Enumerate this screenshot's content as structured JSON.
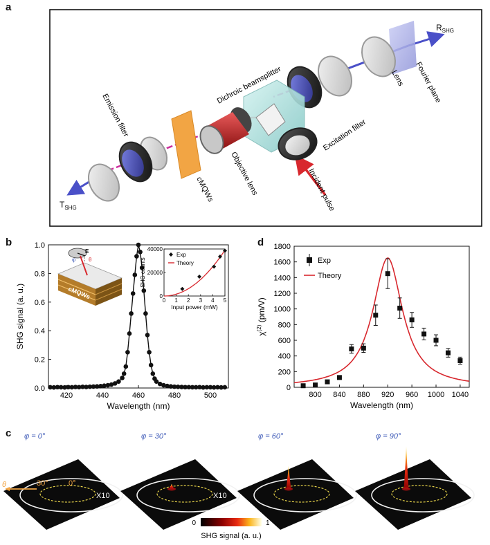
{
  "panel_letters": {
    "a": "a",
    "b": "b",
    "c": "c",
    "d": "d"
  },
  "panel_a": {
    "labels": {
      "r_shg": "R",
      "r_sub": "SHG",
      "t_shg": "T",
      "t_sub": "SHG",
      "fourier_plane": "Fourier plane",
      "lens": "Lens",
      "dichroic": "Dichroic beamsplitter",
      "excitation_filter": "Excitation filter",
      "emission_filter": "Emission filter",
      "objective_lens": "Objective lens",
      "cmqws": "cMQWs",
      "incident_pulse": "Incident pulse"
    }
  },
  "panel_b": {
    "chart_data": {
      "type": "scatter",
      "xlabel": "Wavelength (nm)",
      "ylabel": "SHG signal (a. u.)",
      "xlim": [
        410,
        510
      ],
      "ylim": [
        0,
        1.0
      ],
      "xticks": [
        420,
        440,
        460,
        480,
        500
      ],
      "yticks": [
        0.0,
        0.2,
        0.4,
        0.6,
        0.8,
        1.0
      ],
      "x": [
        411,
        413,
        415,
        417,
        419,
        421,
        423,
        425,
        427,
        429,
        431,
        433,
        435,
        437,
        439,
        441,
        443,
        445,
        447,
        449,
        451,
        452,
        453,
        454,
        455,
        456,
        457,
        458,
        459,
        460,
        461,
        462,
        463,
        464,
        465,
        466,
        467,
        468,
        469,
        470,
        472,
        474,
        476,
        478,
        480,
        482,
        484,
        486,
        488,
        490,
        492,
        494,
        496,
        498,
        500,
        502,
        504,
        506,
        508
      ],
      "y": [
        0.005,
        0.004,
        0.006,
        0.005,
        0.004,
        0.006,
        0.005,
        0.007,
        0.006,
        0.008,
        0.007,
        0.009,
        0.01,
        0.011,
        0.013,
        0.016,
        0.019,
        0.024,
        0.032,
        0.045,
        0.07,
        0.1,
        0.15,
        0.25,
        0.38,
        0.52,
        0.66,
        0.79,
        0.92,
        1.0,
        0.95,
        0.84,
        0.68,
        0.52,
        0.37,
        0.25,
        0.16,
        0.1,
        0.065,
        0.045,
        0.028,
        0.019,
        0.014,
        0.011,
        0.009,
        0.008,
        0.007,
        0.006,
        0.006,
        0.005,
        0.005,
        0.006,
        0.004,
        0.005,
        0.005,
        0.004,
        0.005,
        0.004,
        0.005
      ],
      "inset": {
        "type": "scatter",
        "xlabel": "Input power (mW)",
        "ylabel": "SHG counts",
        "xlim": [
          0,
          5
        ],
        "ylim": [
          0,
          40000
        ],
        "xticks": [
          0,
          1,
          2,
          3,
          4,
          5
        ],
        "yticks": [
          0,
          20000,
          40000
        ],
        "x": [
          1.5,
          2.9,
          4.1,
          4.6,
          5.0
        ],
        "y": [
          6000,
          16500,
          25000,
          33500,
          38500
        ],
        "series": [
          {
            "name": "Exp"
          },
          {
            "name": "Theory"
          }
        ],
        "theory_coefficient": 1560
      },
      "diagram_labels": {
        "e": "E",
        "phi": "φ",
        "theta": "θ",
        "cmqws": "cMQWs"
      }
    }
  },
  "panel_d": {
    "chart_data": {
      "type": "scatter",
      "xlabel": "Wavelength (nm)",
      "ylabel": "χ",
      "ylabel_sup": "(2)",
      "ylabel_unit": "(pm/V)",
      "xlim": [
        765,
        1055
      ],
      "ylim": [
        0,
        1800
      ],
      "xticks": [
        800,
        840,
        880,
        920,
        960,
        1000,
        1040
      ],
      "yticks": [
        0,
        200,
        400,
        600,
        800,
        1000,
        1200,
        1400,
        1600,
        1800
      ],
      "x": [
        780,
        800,
        820,
        840,
        860,
        880,
        900,
        920,
        940,
        960,
        980,
        1000,
        1020,
        1040
      ],
      "y": [
        20,
        30,
        70,
        125,
        490,
        500,
        920,
        1450,
        1010,
        860,
        680,
        600,
        440,
        340
      ],
      "err": [
        20,
        20,
        20,
        20,
        55,
        55,
        130,
        190,
        130,
        95,
        75,
        70,
        55,
        45
      ],
      "series": [
        {
          "name": "Exp"
        },
        {
          "name": "Theory"
        }
      ],
      "theory": {
        "peak": 1650,
        "center": 920,
        "half_width": 30,
        "wing_decay": 0.018
      }
    }
  },
  "panel_c": {
    "maps": [
      {
        "label": "φ = 0°",
        "peak": 0.0,
        "show_x10": true,
        "show_axes": true
      },
      {
        "label": "φ = 30°",
        "peak": 0.12,
        "show_x10": true,
        "show_axes": false
      },
      {
        "label": "φ = 60°",
        "peak": 0.55,
        "show_x10": false,
        "show_axes": false
      },
      {
        "label": "φ = 90°",
        "peak": 1.0,
        "show_x10": false,
        "show_axes": false
      }
    ],
    "x10_label": "X10",
    "theta_label": "θ",
    "angle_30": "30°",
    "angle_0": "0°",
    "colorbar": {
      "min_label": "0",
      "max_label": "1",
      "title": "SHG signal (a. u.)"
    }
  },
  "colors": {
    "accent_red": "#d8282e",
    "beam_blue": "#4a50c8",
    "beam_magenta": "#cc2e9c",
    "sample_orange": "#f2a544",
    "phi_blue": "#3f5bb8",
    "ellipse_yellow": "#e8d44a"
  }
}
